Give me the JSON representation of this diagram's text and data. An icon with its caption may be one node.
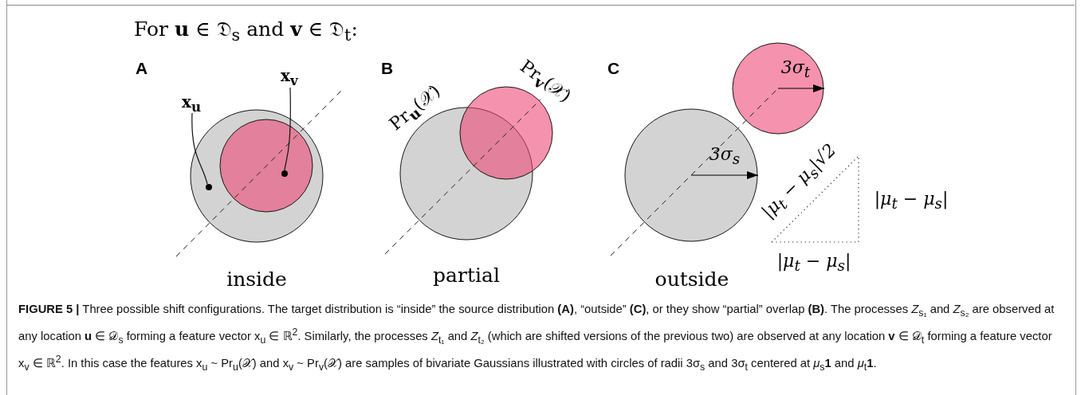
{
  "diagram": {
    "title": "For **u** ∈ 𝔇$_{s}$ and **v** ∈ 𝔇$_{t}$:",
    "caption": "**FIGURE 5 |** Three possible shift configurations. The target distribution is “inside” the source distribution **(A)**, “outside” **(C)**, or they show “partial” overlap **(B)**. The processes *Z*$_{s₁}$ and *Z*$_{s₂}$ are observed at any location **u** ∈ 𝒟$_{s}$ forming a feature vector x$_{u}$ ∈ ℝ$^{2}$. Similarly, the processes *Z*$_{t₁}$ and *Z*$_{t₂}$ (which are shifted versions of the previous two) are observed at any location **v** ∈ 𝒟$_{t}$ forming a feature vector x$_{v}$ ∈ ℝ$^{2}$. In this case the features x$_{u}$ ~ Pr$_{u}$(𝒳) and x$_{v}$ ~ Pr$_{v}$(𝒳) are samples of bivariate Gaussians illustrated with circles of radii 3σ$_{s}$ and 3σ$_{t}$ centered at *μ*$_{s}$**1** and *μ*$_{t}$**1**.",
    "nodes": [
      {
        "text": [
          "x$_{u}$"
        ]
      },
      {
        "text": [
          "x$_{v}$"
        ]
      },
      {
        "text": [],
        "shape": "circle"
      },
      {
        "text": [],
        "shape": "circle",
        "in": 2
      },
      {
        "text": [],
        "shape": "dot",
        "in": 2
      },
      {
        "text": [],
        "shape": "dot",
        "in": 3
      },
      {
        "text": [
          "Pr$_{u}$(𝒳)"
        ]
      },
      {
        "text": [
          "Pr$_{v}$(𝒳)"
        ]
      },
      {
        "text": [
          "3σ$_{t}$"
        ]
      },
      {
        "text": [
          "3σ$_{s}$"
        ]
      }
    ],
    "edges": [
      {
        "from": 0,
        "to": 4,
        "arrow": "none"
      },
      {
        "from": 1,
        "to": 5,
        "arrow": "none"
      }
    ],
    "labels": [
      "A",
      "B",
      "C",
      "inside",
      "partial",
      "outside",
      "|μ$_{t}$ − μ$_{s}$|√2",
      "|μ$_{t}$ − μ$_{s}$|",
      "|μ$_{t}$ − μ$_{s}$|"
    ]
  }
}
